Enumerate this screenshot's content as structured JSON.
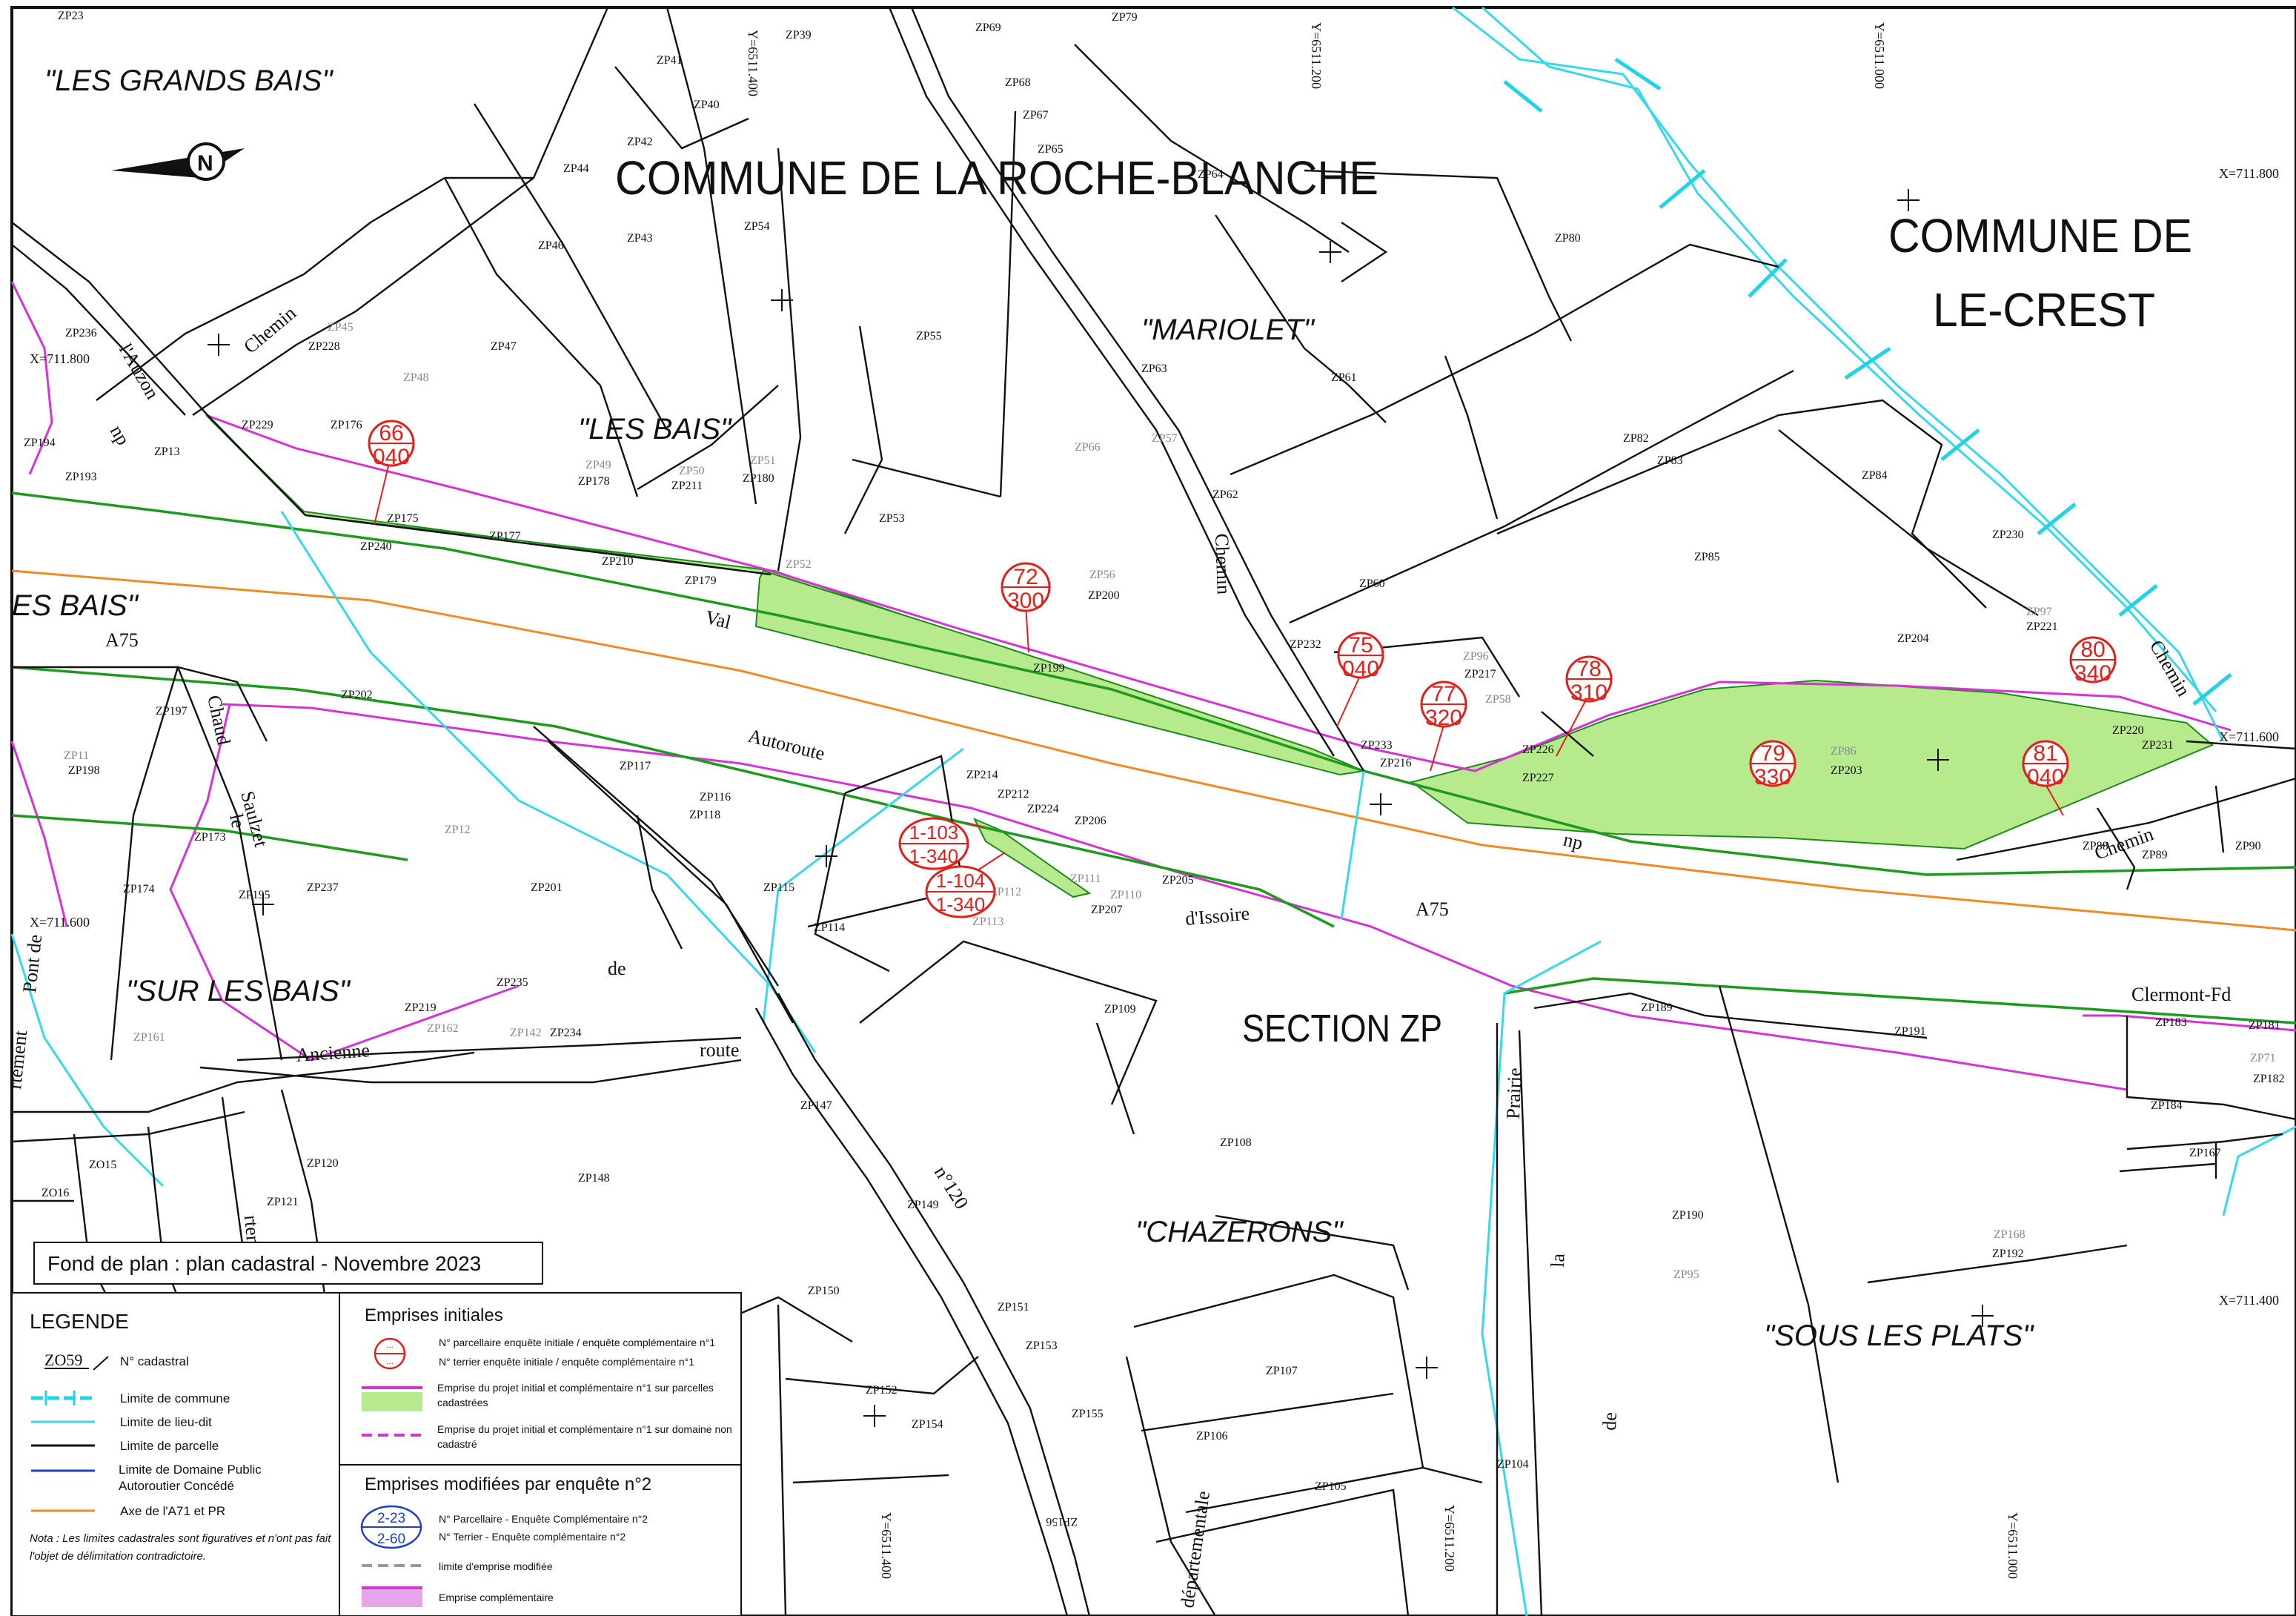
{
  "communes": {
    "main": "COMMUNE DE LA ROCHE-BLANCHE",
    "neighbor_line1": "COMMUNE DE",
    "neighbor_line2": "LE-CREST"
  },
  "section": "SECTION ZP",
  "lieux_dits": [
    "\"LES GRANDS BAIS\"",
    "\"MARIOLET\"",
    "\"LES BAIS\"",
    "ES BAIS\"",
    "\"SUR LES BAIS\"",
    "\"CHAZERONS\"",
    "\"SOUS LES PLATS\""
  ],
  "fond_de_plan": "Fond de plan : plan cadastral - Novembre 2023",
  "road_labels": [
    "A75",
    "A75",
    "Autoroute",
    "d'Issoire",
    "Clermont-Fd",
    "Chemin",
    "np",
    "Ancienne",
    "route",
    "de",
    "n°120",
    "Prairie",
    "la",
    "de",
    "départementale",
    "Chemin",
    "Val",
    "np",
    "le",
    "Chaud",
    "Saulzet",
    "Pont de",
    "rtement",
    "l'Auzon",
    "Chemin",
    "Chemin",
    "rtement"
  ],
  "coordinates": [
    "X=711.800",
    "X=711.600",
    "X=711.400",
    "X=711.800",
    "X=711.600",
    "Y=6511.400",
    "Y=6511.200",
    "Y=6511.000",
    "Y=6511.400",
    "Y=6511.200",
    "Y=6511.000"
  ],
  "parcels": [
    "ZP23",
    "ZP39",
    "ZP69",
    "ZP79",
    "ZP41",
    "ZP40",
    "ZP68",
    "ZP67",
    "ZP42",
    "ZP65",
    "ZP44",
    "ZP64",
    "ZP43",
    "ZP54",
    "ZP46",
    "ZP80",
    "ZP236",
    "ZP228",
    "ZP47",
    "ZP55",
    "ZP63",
    "ZP61",
    "ZP194",
    "ZP229",
    "ZP176",
    "ZP178",
    "ZP211",
    "ZP180",
    "ZP62",
    "ZP82",
    "ZP83",
    "ZP84",
    "ZP193",
    "ZP13",
    "ZP175",
    "ZP177",
    "ZP53",
    "ZP230",
    "ZP240",
    "ZP210",
    "ZP179",
    "ZP200",
    "ZP60",
    "ZP85",
    "ZP221",
    "ZP199",
    "ZP232",
    "ZP217",
    "ZP204",
    "ZP197",
    "ZP202",
    "ZP233",
    "ZP216",
    "ZP226",
    "ZP227",
    "ZP203",
    "ZP220",
    "ZP231",
    "ZP198",
    "ZP117",
    "ZP116",
    "ZP118",
    "ZP214",
    "ZP212",
    "ZP224",
    "ZP206",
    "ZP173",
    "ZP115",
    "ZP88",
    "ZP89",
    "ZP90",
    "ZP174",
    "ZP195",
    "ZP237",
    "ZP201",
    "ZP114",
    "ZP207",
    "ZP205",
    "ZP189",
    "ZP191",
    "ZP183",
    "ZP181",
    "ZP235",
    "ZP219",
    "ZP234",
    "ZP109",
    "ZP184",
    "ZP182",
    "ZP147",
    "ZP167",
    "ZO15",
    "ZO16",
    "ZP120",
    "ZP121",
    "ZP148",
    "ZP108",
    "ZP149",
    "ZP190",
    "ZP192",
    "ZP150",
    "ZP151",
    "ZP153",
    "ZP107",
    "ZP152",
    "ZP154",
    "ZP155",
    "ZP106",
    "ZP104",
    "ZP105",
    "ZP156"
  ],
  "parcels_old": [
    "ZP45",
    "ZP48",
    "ZP49",
    "ZP50",
    "ZP51",
    "ZP52",
    "ZP66",
    "ZP57",
    "ZP56",
    "ZP58",
    "ZP96",
    "ZP97",
    "ZP11",
    "ZP12",
    "ZP113",
    "ZP111",
    "ZP110",
    "ZP112",
    "ZP162",
    "ZP142",
    "ZP161",
    "ZP71",
    "ZP168",
    "ZP95",
    "ZP86"
  ],
  "emprise_markers": [
    {
      "top": "66",
      "bottom": "040"
    },
    {
      "top": "72",
      "bottom": "300"
    },
    {
      "top": "75",
      "bottom": "040"
    },
    {
      "top": "77",
      "bottom": "320"
    },
    {
      "top": "78",
      "bottom": "310"
    },
    {
      "top": "80",
      "bottom": "340"
    },
    {
      "top": "79",
      "bottom": "330"
    },
    {
      "top": "81",
      "bottom": "040"
    },
    {
      "top": "1-103",
      "bottom": "1-340"
    },
    {
      "top": "1-104",
      "bottom": "1-340"
    }
  ],
  "legend": {
    "title": "LEGENDE",
    "cadastral_sample": "ZO59",
    "cadastral_label": "N° cadastral",
    "items": [
      "Limite de commune",
      "Limite de lieu-dit",
      "Limite de parcelle",
      "Limite de Domaine Public Autoroutier Concédé",
      "Axe de l'A71 et PR"
    ],
    "note": "Nota : Les limites cadastrales sont figuratives et n'ont pas fait l'objet de délimitation contradictoire.",
    "initial_title": "Emprises initiales",
    "initial_items": [
      "N° parcellaire enquête initiale / enquête complémentaire n°1",
      "N° terrier enquête initiale / enquête complémentaire n°1",
      "Emprise du projet initial et complémentaire n°1 sur parcelles cadastrées",
      "Emprise du projet initial et complémentaire n°1 sur domaine non cadastré"
    ],
    "modified_title": "Emprises modifiées par enquête n°2",
    "modified_sample_top": "2-23",
    "modified_sample_bottom": "2-60",
    "modified_items": [
      "N° Parcellaire - Enquête Complémentaire n°2",
      "N° Terrier - Enquête complémentaire n°2",
      "limite d'emprise modifiée",
      "Emprise complémentaire"
    ]
  },
  "colors": {
    "commune_limit": "#22d3e6",
    "lieudit_limit": "#39d7ea",
    "parcel_limit": "#111111",
    "domain_limit": "#1e9a1e",
    "axis": "#f08a24",
    "emprise_fill": "#b7ea8c",
    "emprise_border": "#d633d6",
    "marker": "#e0201c",
    "modified_marker": "#1f3fbf",
    "complementaire": "#e6a7ea"
  }
}
